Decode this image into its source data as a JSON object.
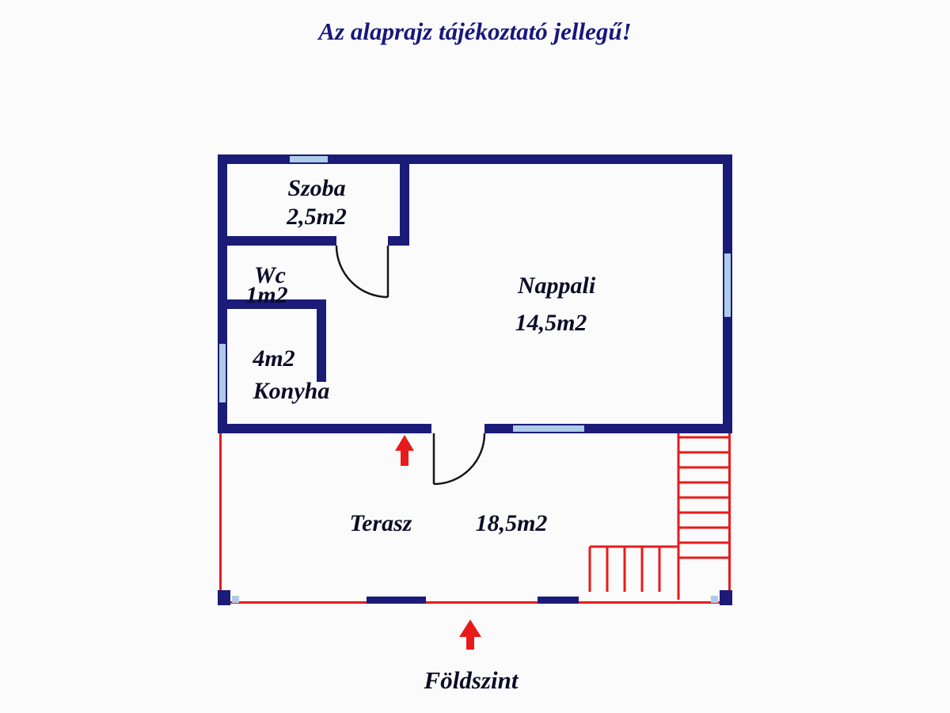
{
  "title": "Az alaprajz tájékoztató jellegű!",
  "floor_label": "Földszint",
  "floor_plan": {
    "rooms": {
      "szoba": {
        "name": "Szoba",
        "area": "2,5m2"
      },
      "wc": {
        "name": "Wc",
        "area": "1m2"
      },
      "konyha": {
        "name": "Konyha",
        "area": "4m2"
      },
      "nappali": {
        "name": "Nappali",
        "area": "14,5m2"
      },
      "terasz": {
        "name": "Terasz",
        "area": "18,5m2"
      }
    },
    "icons": {
      "terrace_door_arrow": "red-up-arrow-icon",
      "entrance_arrow": "red-up-arrow-icon",
      "doors": "door-swing-arc-icon",
      "stairs": "stairs-icon"
    },
    "colors": {
      "wall": "#1b1b78",
      "window": "#aecbe8",
      "terrace_outline": "#e81b1b",
      "door_line": "#161616",
      "title_text": "#17177d",
      "room_text": "#0c0c26",
      "background": "#fbfbfb"
    }
  }
}
